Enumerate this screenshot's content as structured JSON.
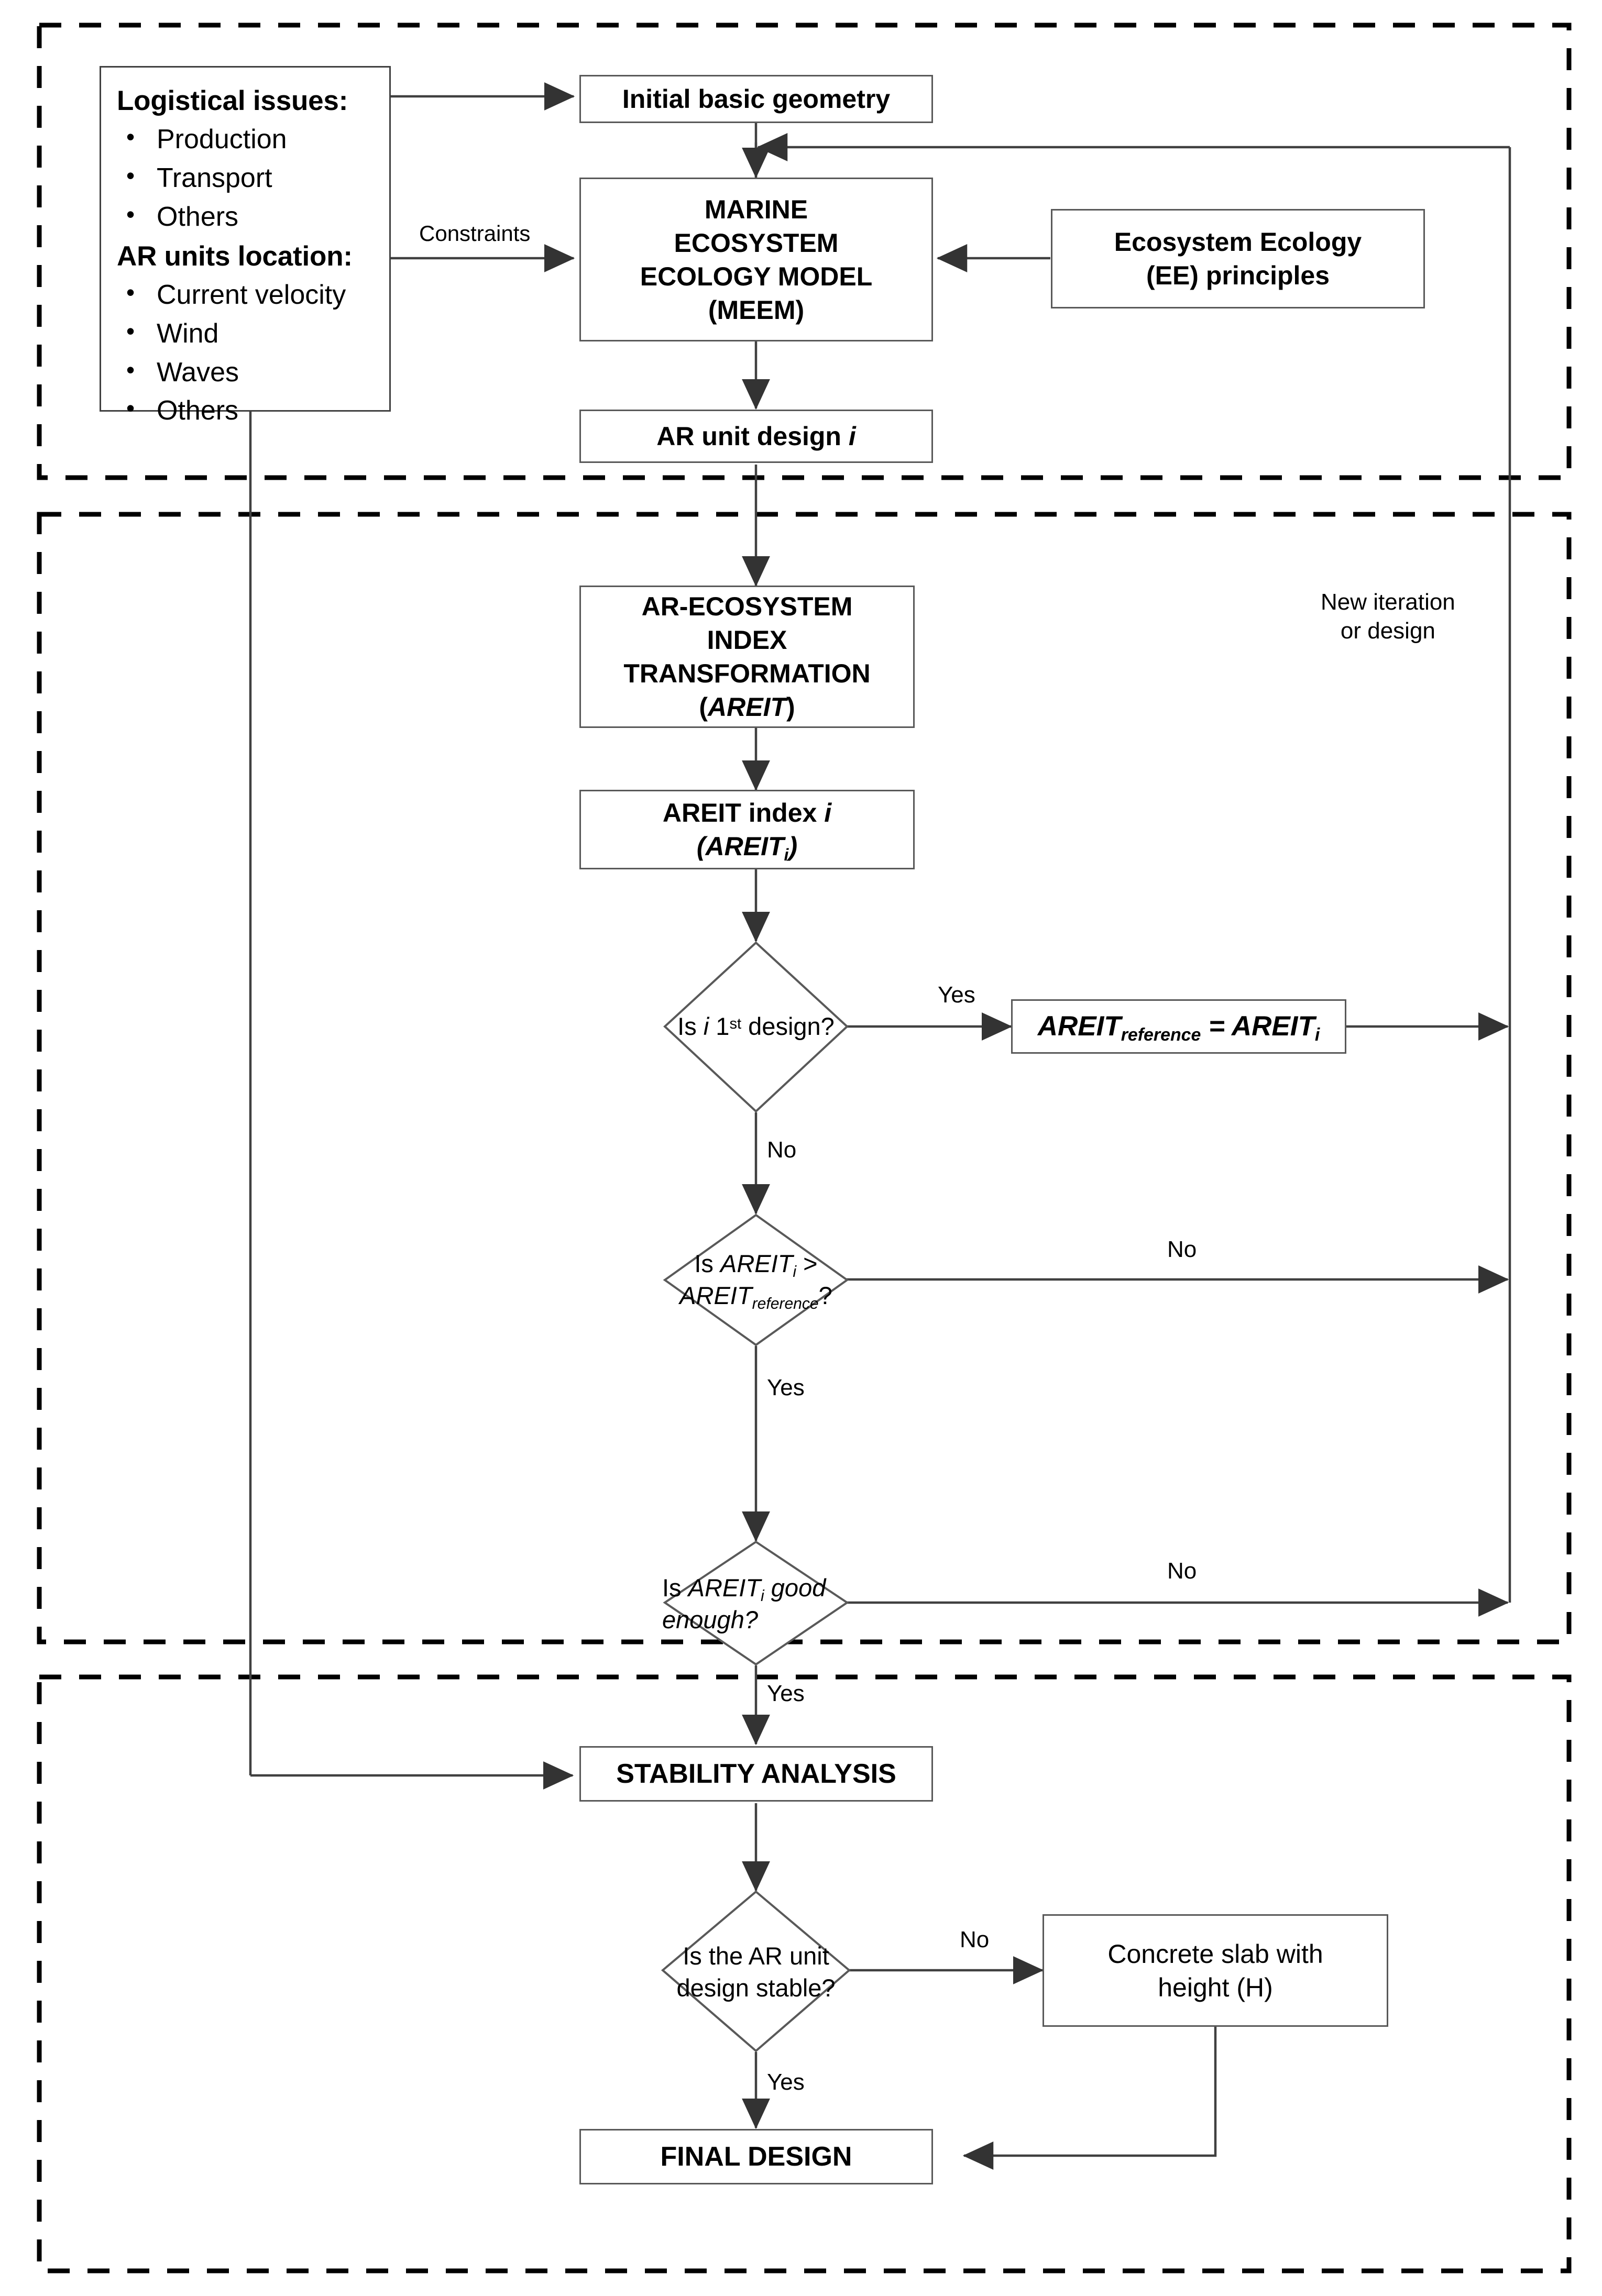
{
  "diagram": {
    "type": "flowchart",
    "title": "Artificial Reef unit design methodology flowchart",
    "stages": [
      {
        "name": "stage-1-meem",
        "label": ""
      },
      {
        "name": "stage-2-areit",
        "label": ""
      },
      {
        "name": "stage-3-stability",
        "label": ""
      }
    ]
  },
  "inputs": {
    "logistical_header": "Logistical issues:",
    "logistical_items": [
      "Production",
      "Transport",
      "Others"
    ],
    "location_header": "AR units location:",
    "location_items": [
      "Current velocity",
      "Wind",
      "Waves",
      "Others"
    ]
  },
  "nodes": {
    "initial_geometry": "Initial basic geometry",
    "meem_line1": "MARINE",
    "meem_line2": "ECOSYSTEM",
    "meem_line3": "ECOLOGY MODEL",
    "meem_line4": "(MEEM)",
    "ee_principles_line1": "Ecosystem Ecology",
    "ee_principles_line2": "(EE) principles",
    "ar_unit_design_pre": "AR unit design ",
    "ar_unit_design_var": "i",
    "areit_transform_line1": "AR-ECOSYSTEM",
    "areit_transform_line2": "INDEX",
    "areit_transform_line3": "TRANSFORMATION",
    "areit_transform_line4_open": "(",
    "areit_transform_line4_var": "AREIT",
    "areit_transform_line4_close": ")",
    "areit_index_line1_pre": "AREIT index ",
    "areit_index_line1_var": "i",
    "areit_index_line2_open": "(",
    "areit_index_line2_var": "AREIT",
    "areit_index_line2_sub": "i",
    "areit_index_line2_close": ")",
    "areit_ref_assign_a": "AREIT",
    "areit_ref_assign_a_sub": "reference",
    "areit_ref_assign_eq": " = ",
    "areit_ref_assign_b": "AREIT",
    "areit_ref_assign_b_sub": "i",
    "stability_analysis": "STABILITY ANALYSIS",
    "concrete_slab_line1": "Concrete slab with",
    "concrete_slab_line2": "height (H)",
    "final_design": "FINAL DESIGN"
  },
  "decisions": {
    "is_first_design_pre": "Is ",
    "is_first_design_var": "i",
    "is_first_design_num": " 1",
    "is_first_design_sup": "st",
    "is_first_design_post": " design?",
    "is_areit_greater_l1_pre": "Is   ",
    "is_areit_greater_l1_var": "AREIT",
    "is_areit_greater_l1_sub": "i",
    "is_areit_greater_l1_op": "  >",
    "is_areit_greater_l2_var": "AREIT",
    "is_areit_greater_l2_sub": "reference",
    "is_areit_greater_l2_q": "?",
    "is_areit_good_l1_pre": "Is ",
    "is_areit_good_l1_var": "AREIT",
    "is_areit_good_l1_sub": "i",
    "is_areit_good_l1_post": " good",
    "is_areit_good_l2": "enough?",
    "is_stable_line1": "Is  the  AR  unit",
    "is_stable_line2": "design stable?"
  },
  "edge_labels": {
    "constraints": "Constraints",
    "yes_first_design": "Yes",
    "no_first_design": "No",
    "no_areit_greater": "No",
    "yes_areit_greater": "Yes",
    "no_areit_good": "No",
    "yes_areit_good": "Yes",
    "no_stable": "No",
    "yes_stable": "Yes",
    "new_iteration_line1": "New iteration",
    "new_iteration_line2": "or design"
  },
  "colors": {
    "stroke": "#404040",
    "box_border": "#595959",
    "dashed_border": "#000000",
    "text": "#000000",
    "background": "#ffffff"
  }
}
